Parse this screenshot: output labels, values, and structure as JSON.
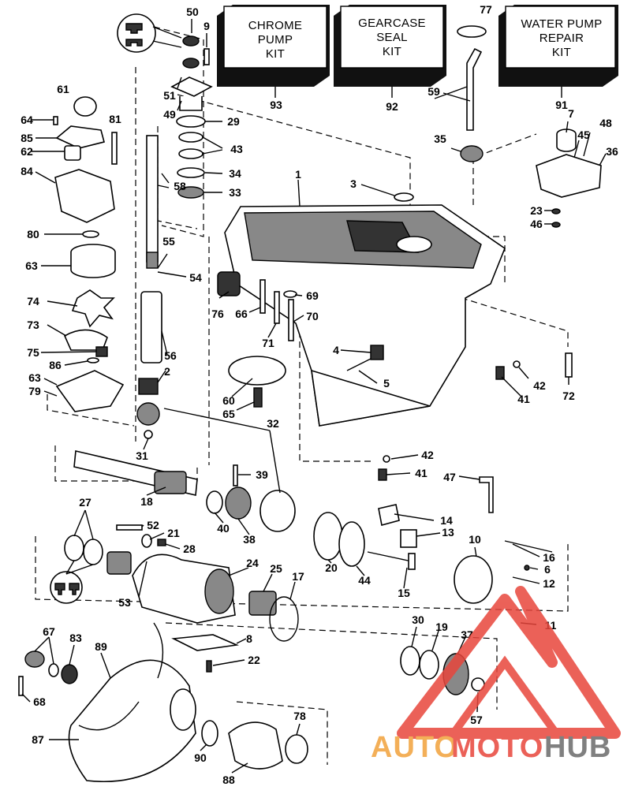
{
  "kits": [
    {
      "id": "chrome",
      "line1": "CHROME",
      "line2": "PUMP",
      "line3": "KIT",
      "part": "93"
    },
    {
      "id": "gearcase",
      "line1": "GEARCASE",
      "line2": "SEAL",
      "line3": "KIT",
      "part": "92"
    },
    {
      "id": "waterpump",
      "line1": "WATER PUMP",
      "line2": "REPAIR",
      "line3": "KIT",
      "part": "91"
    }
  ],
  "parts": {
    "p50": "50",
    "p9": "9",
    "p51": "51",
    "p49": "49",
    "p29": "29",
    "p43": "43",
    "p34": "34",
    "p33": "33",
    "p58": "58",
    "p61": "61",
    "p64": "64",
    "p85": "85",
    "p81": "81",
    "p62": "62",
    "p84": "84",
    "p80": "80",
    "p55": "55",
    "p54": "54",
    "p63a": "63",
    "p74": "74",
    "p73": "73",
    "p75": "75",
    "p86": "86",
    "p56": "56",
    "p2": "2",
    "p63b": "63",
    "p79": "79",
    "p77": "77",
    "p59": "59",
    "p35": "35",
    "p1": "1",
    "p3": "3",
    "p7": "7",
    "p48": "48",
    "p45": "45",
    "p36": "36",
    "p23": "23",
    "p46": "46",
    "p76": "76",
    "p66": "66",
    "p69": "69",
    "p70": "70",
    "p71": "71",
    "p4": "4",
    "p5": "5",
    "p60": "60",
    "p65": "65",
    "p42a": "42",
    "p41a": "41",
    "p72": "72",
    "p32": "32",
    "p31": "31",
    "p39": "39",
    "p18": "18",
    "p42b": "42",
    "p41b": "41",
    "p47": "47",
    "p27": "27",
    "p52": "52",
    "p21": "21",
    "p28": "28",
    "p40": "40",
    "p38": "38",
    "p14": "14",
    "p13": "13",
    "p10": "10",
    "p16": "16",
    "p6": "6",
    "p12": "12",
    "p24": "24",
    "p25": "25",
    "p17": "17",
    "p20": "20",
    "p44": "44",
    "p15": "15",
    "p53": "53",
    "p8": "8",
    "p22": "22",
    "p11": "11",
    "p67": "67",
    "p83": "83",
    "p89": "89",
    "p30": "30",
    "p19": "19",
    "p37": "37",
    "p57": "57",
    "p68": "68",
    "p87": "87",
    "p78": "78",
    "p90": "90",
    "p88": "88"
  },
  "watermark": {
    "text_a": "AUTO",
    "text_b": "MOTO",
    "text_c": "HUB",
    "color_primary": "#e8463c",
    "color_accent": "#f2a23b",
    "color_gray": "#6b6b6b"
  }
}
